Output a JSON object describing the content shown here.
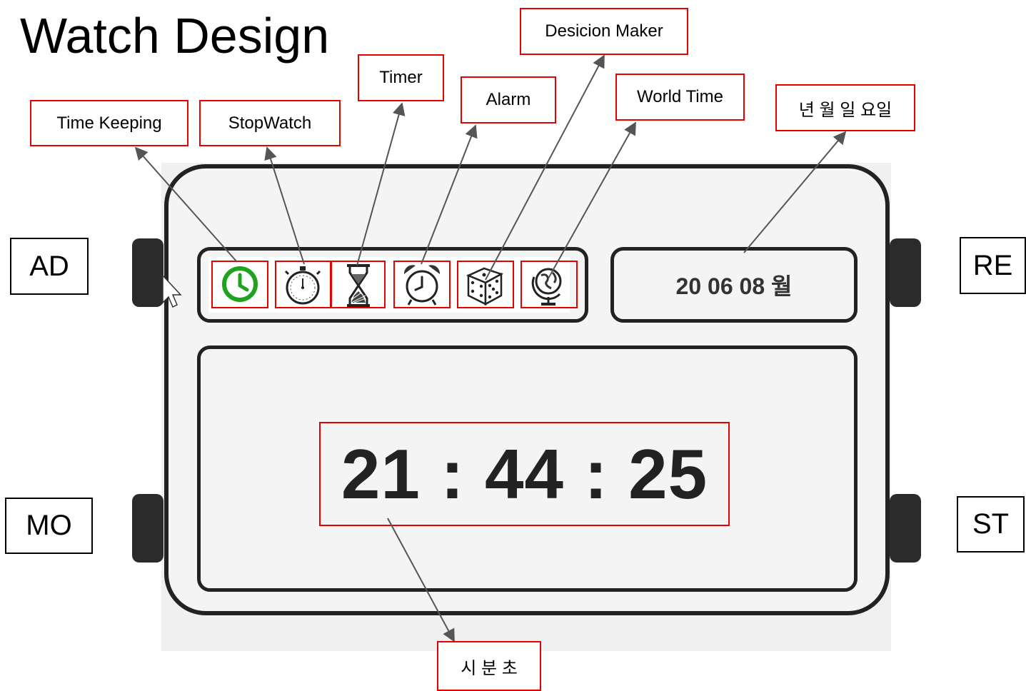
{
  "title": "Watch Design",
  "display": {
    "date": "20 06 08 월",
    "time": "21 : 44 : 25"
  },
  "buttons": {
    "ad": "AD",
    "mo": "MO",
    "re": "RE",
    "st": "ST"
  },
  "labels": {
    "time_keeping": "Time Keeping",
    "stopwatch": "StopWatch",
    "timer": "Timer",
    "alarm": "Alarm",
    "decision_maker": "Desicion Maker",
    "world_time": "World Time",
    "date_format": "년 월 일 요일",
    "time_format": "시 분 초"
  },
  "icons": [
    "clock-icon",
    "stopwatch-icon",
    "hourglass-icon",
    "alarm-clock-icon",
    "dice-icon",
    "globe-icon"
  ],
  "colors": {
    "annotation": "#e60000",
    "active_icon": "#1fa31f",
    "watch_outline": "#222222"
  }
}
